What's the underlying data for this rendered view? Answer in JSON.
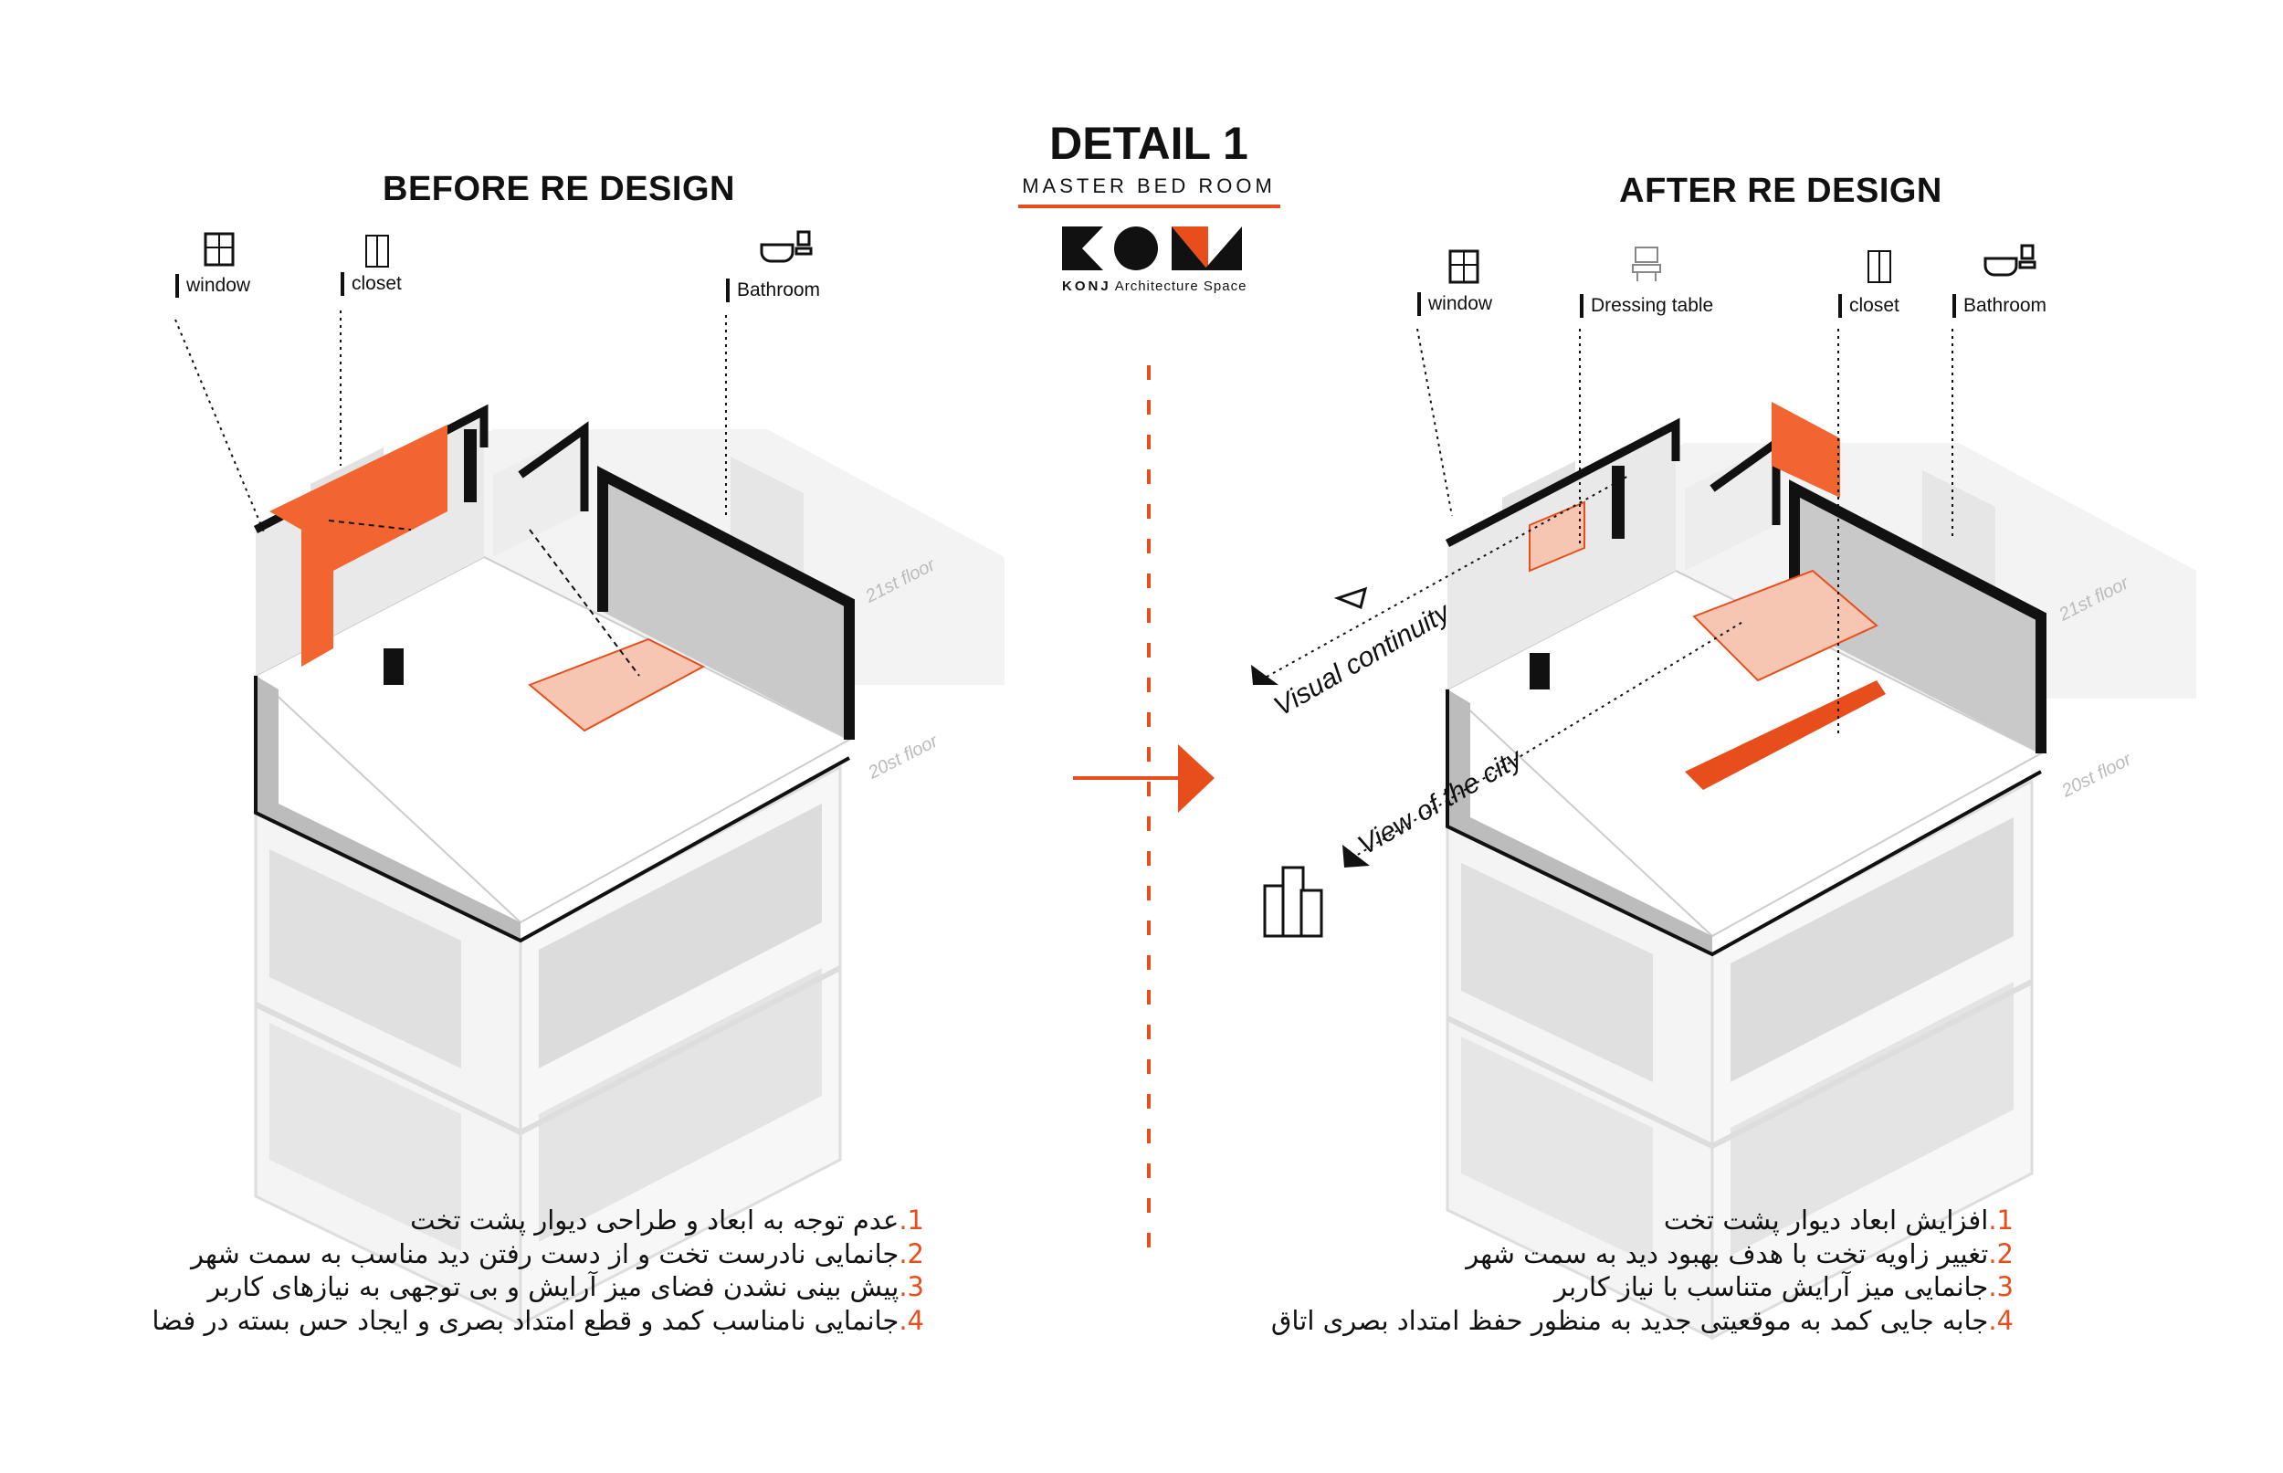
{
  "header": {
    "detail_title": "DETAIL 1",
    "subtitle": "MASTER BED ROOM",
    "logo_text": "KONJ",
    "brand_bold": "KONJ",
    "brand_rest": "Architecture Space"
  },
  "before": {
    "title": "BEFORE RE DESIGN",
    "labels": {
      "window": "window",
      "closet": "closet",
      "bathroom": "Bathroom"
    },
    "floors": [
      "21st floor",
      "20st floor"
    ],
    "notes": [
      {
        "num": "1.",
        "text": "عدم توجه به ابعاد و طراحی دیوار پشت تخت"
      },
      {
        "num": "2.",
        "text": "جانمایی نادرست تخت و از دست رفتن دید مناسب به سمت شهر"
      },
      {
        "num": "3.",
        "text": "پیش بینی نشدن فضای میز آرایش و بی توجهی به نیازهای کاربر"
      },
      {
        "num": "4.",
        "text": "جانمایی نامناسب کمد و قطع امتداد بصری و ایجاد حس بسته در فضا"
      }
    ]
  },
  "after": {
    "title": "AFTER RE DESIGN",
    "labels": {
      "window": "window",
      "dressing_table": "Dressing table",
      "closet": "closet",
      "bathroom": "Bathroom"
    },
    "floors": [
      "21st floor",
      "20st floor"
    ],
    "annotations": {
      "visual_continuity": "Visual continuity",
      "view_city": "View of the city"
    },
    "notes": [
      {
        "num": "1.",
        "text": "افزایش ابعاد دیوار پشت تخت"
      },
      {
        "num": "2.",
        "text": "تغییر زاویه تخت با هدف بهبود دید به سمت شهر"
      },
      {
        "num": "3.",
        "text": "جانمایی میز آرایش متناسب با نیاز کاربر"
      },
      {
        "num": "4.",
        "text": "جابه جایی کمد به موقعیتی جدید به منظور حفظ امتداد بصری اتاق"
      }
    ]
  },
  "colors": {
    "accent": "#e84e1b",
    "wall": "#cfcfcf",
    "dark": "#111111"
  }
}
